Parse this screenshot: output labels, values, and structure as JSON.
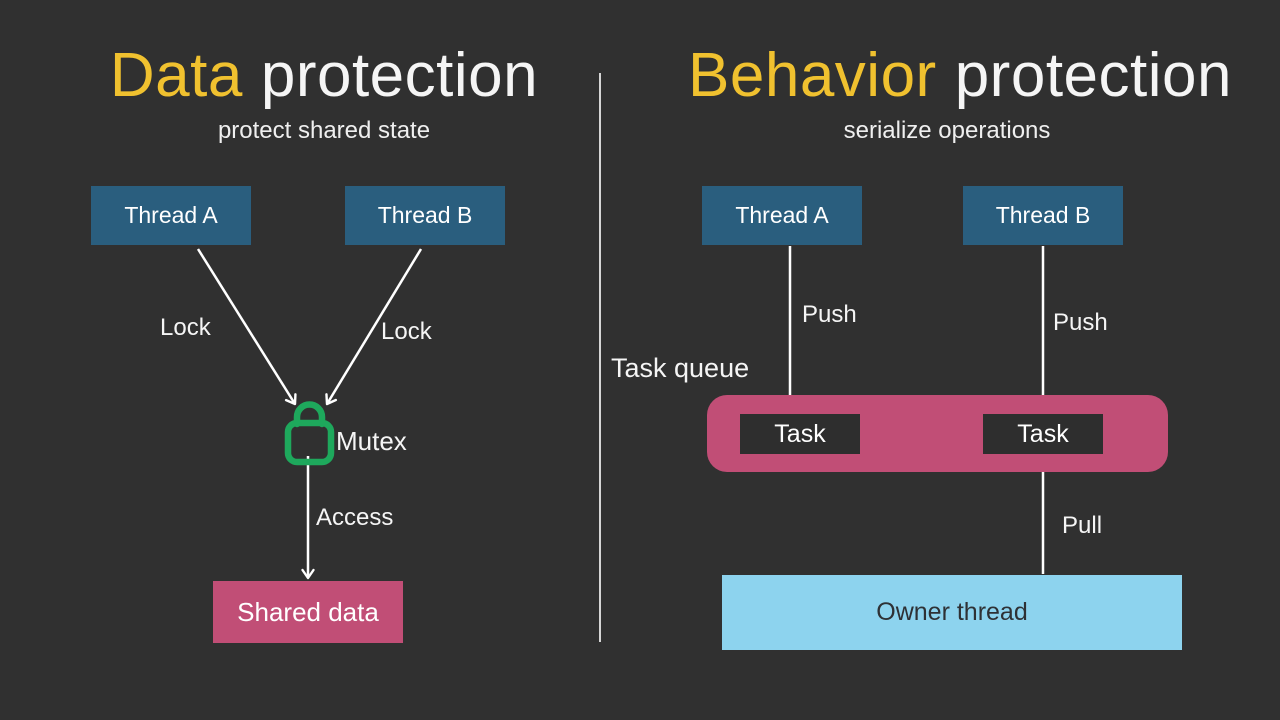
{
  "slide": {
    "left_panel": {
      "title_accent": "Data",
      "title_rest": "protection",
      "subtitle": "protect shared state",
      "thread_a": "Thread A",
      "thread_b": "Thread B",
      "lock_label_a": "Lock",
      "lock_label_b": "Lock",
      "mutex_label": "Mutex",
      "access_label": "Access",
      "shared_data_label": "Shared data"
    },
    "right_panel": {
      "title_accent": "Behavior",
      "title_rest": "protection",
      "subtitle": "serialize operations",
      "thread_a": "Thread A",
      "thread_b": "Thread B",
      "push_label_a": "Push",
      "push_label_b": "Push",
      "task_queue_label": "Task queue",
      "task_1": "Task",
      "task_2": "Task",
      "pull_label": "Pull",
      "owner_thread_label": "Owner thread"
    },
    "icons": {
      "mutex_icon": "lock"
    },
    "colors": {
      "background": "#303030",
      "accent_yellow": "#f0c12f",
      "thread_box_blue": "#2a5e7e",
      "queue_pink": "#c14e76",
      "owner_blue": "#8dd3ee",
      "lock_green": "#1ea85c",
      "task_box_dark": "#2e2e2e",
      "text_white": "#f5f5f5"
    }
  }
}
